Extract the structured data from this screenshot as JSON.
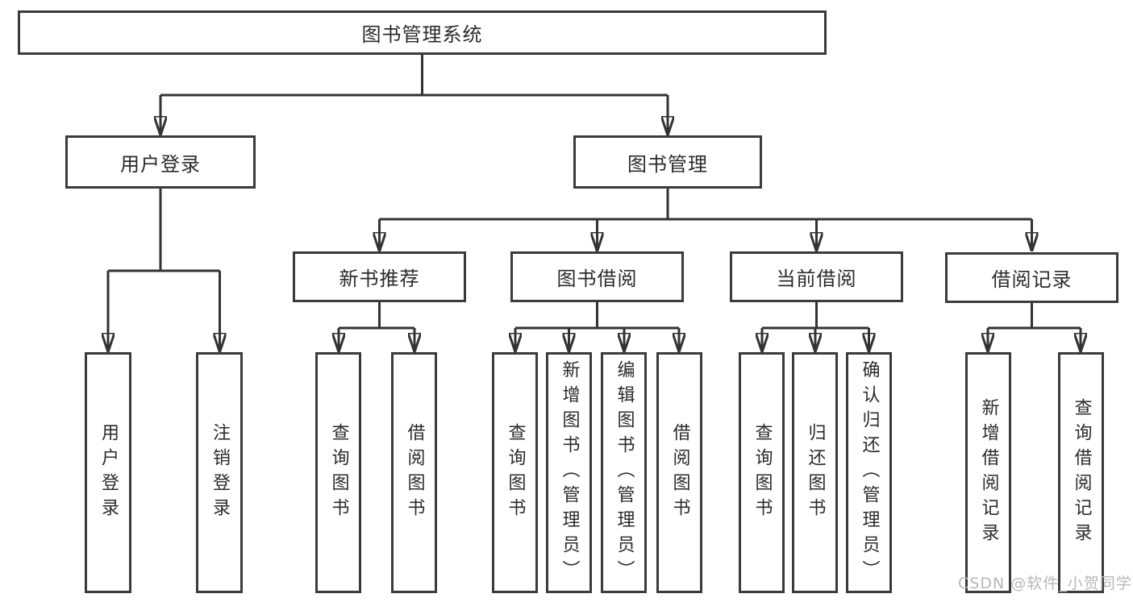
{
  "diagram": {
    "type": "hierarchy-flowchart",
    "tree": {
      "label": "图书管理系统",
      "children": [
        {
          "label": "用户登录",
          "children": [
            {
              "label": "用户登录"
            },
            {
              "label": "注销登录"
            }
          ]
        },
        {
          "label": "图书管理",
          "children": [
            {
              "label": "新书推荐",
              "children": [
                {
                  "label": "查询图书"
                },
                {
                  "label": "借阅图书"
                }
              ]
            },
            {
              "label": "图书借阅",
              "children": [
                {
                  "label": "查询图书"
                },
                {
                  "label": "新增图书（管理员）"
                },
                {
                  "label": "编辑图书（管理员）"
                },
                {
                  "label": "借阅图书"
                }
              ]
            },
            {
              "label": "当前借阅",
              "children": [
                {
                  "label": "查询图书"
                },
                {
                  "label": "归还图书"
                },
                {
                  "label": "确认归还（管理员）"
                }
              ]
            },
            {
              "label": "借阅记录",
              "children": [
                {
                  "label": "新增借阅记录"
                },
                {
                  "label": "查询借阅记录"
                }
              ]
            }
          ]
        }
      ]
    },
    "colors": {
      "line": "#333333",
      "box_border": "#3b3b3b",
      "box_background": "#ffffff",
      "page_background": "#ffffff",
      "text": "#2b2b2b",
      "watermark": "#b8b8b8"
    }
  },
  "watermark": {
    "text": "CSDN @软件_小贺同学"
  }
}
